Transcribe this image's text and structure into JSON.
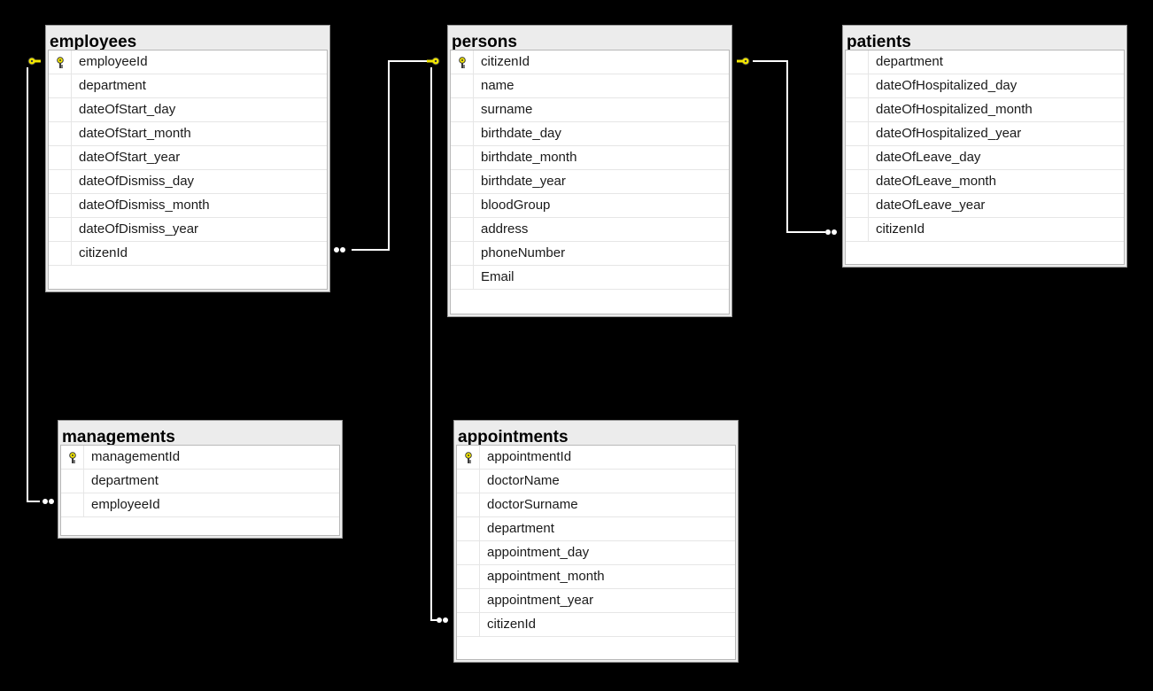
{
  "tables": {
    "employees": {
      "name": "employees",
      "fields": [
        "employeeId",
        "department",
        "dateOfStart_day",
        "dateOfStart_month",
        "dateOfStart_year",
        "dateOfDismiss_day",
        "dateOfDismiss_month",
        "dateOfDismiss_year",
        "citizenId"
      ],
      "primary_key": "employeeId"
    },
    "persons": {
      "name": "persons",
      "fields": [
        "citizenId",
        "name",
        "surname",
        "birthdate_day",
        "birthdate_month",
        "birthdate_year",
        "bloodGroup",
        "address",
        "phoneNumber",
        "Email"
      ],
      "primary_key": "citizenId"
    },
    "patients": {
      "name": "patients",
      "fields": [
        "department",
        "dateOfHospitalized_day",
        "dateOfHospitalized_month",
        "dateOfHospitalized_year",
        "dateOfLeave_day",
        "dateOfLeave_month",
        "dateOfLeave_year",
        "citizenId"
      ],
      "primary_key": ""
    },
    "managements": {
      "name": "managements",
      "fields": [
        "managementId",
        "department",
        "employeeId"
      ],
      "primary_key": "managementId"
    },
    "appointments": {
      "name": "appointments",
      "fields": [
        "appointmentId",
        "doctorName",
        "doctorSurname",
        "department",
        "appointment_day",
        "appointment_month",
        "appointment_year",
        "citizenId"
      ],
      "primary_key": "appointmentId"
    }
  },
  "relationships": [
    {
      "from": "employees.citizenId",
      "to": "persons.citizenId"
    },
    {
      "from": "patients.citizenId",
      "to": "persons.citizenId"
    },
    {
      "from": "appointments.citizenId",
      "to": "persons.citizenId"
    },
    {
      "from": "managements.employeeId",
      "to": "employees.employeeId"
    }
  ],
  "colors": {
    "background": "#000000",
    "connector": "#ffffff",
    "key_icon": "#f2e600"
  }
}
